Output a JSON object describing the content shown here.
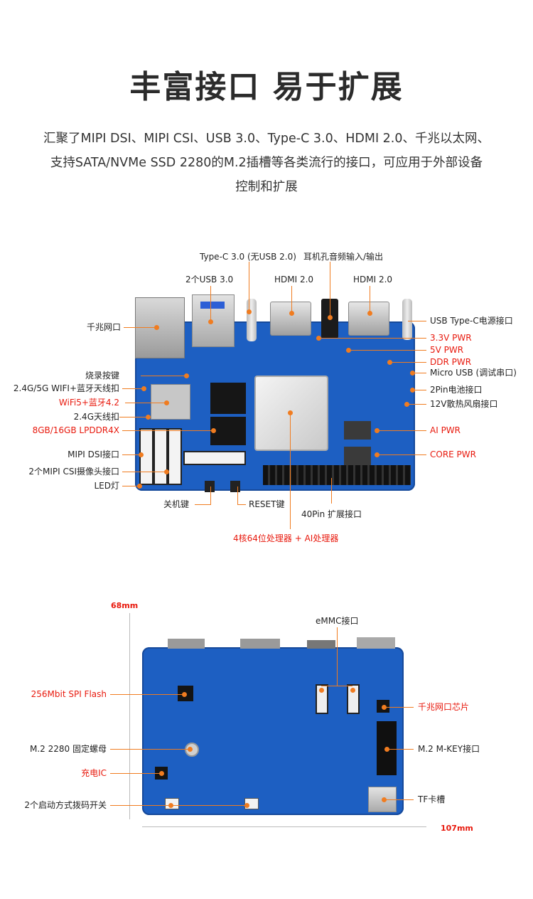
{
  "title": "丰富接口 易于扩展",
  "description": [
    "汇聚了MIPI DSI、MIPI CSI、USB 3.0、Type-C 3.0、HDMI 2.0、千兆以太网、",
    "支持SATA/NVMe SSD 2280的M.2插槽等各类流行的接口，可应用于外部设备",
    "控制和扩展"
  ],
  "front_labels": {
    "typec": "Type-C 3.0 (无USB 2.0)",
    "audio": "耳机孔音频输入/输出",
    "usb3": "2个USB 3.0",
    "hdmi1": "HDMI 2.0",
    "hdmi2": "HDMI 2.0",
    "ethernet": "千兆网口",
    "burn_key": "烧录按键",
    "wifi_antenna": "2.4G/5G WIFI+蓝牙天线扣",
    "wifi_bt": "WiFi5+蓝牙4.2",
    "antenna_24": "2.4G天线扣",
    "lpddr": "8GB/16GB LPDDR4X",
    "mipi_dsi": "MIPI DSI接口",
    "mipi_csi": "2个MIPI CSI摄像头接口",
    "led": "LED灯",
    "power_key": "关机键",
    "reset_key": "RESET键",
    "gpio": "40Pin 扩展接口",
    "processor": "4核64位处理器 + AI处理器",
    "usbc_power": "USB Type-C电源接口",
    "pwr_33": "3.3V PWR",
    "pwr_5": "5V PWR",
    "pwr_ddr": "DDR PWR",
    "micro_usb": "Micro USB (调试串口)",
    "battery": "2Pin电池接口",
    "fan": "12V散热风扇接口",
    "ai_pwr": "AI PWR",
    "core_pwr": "CORE PWR"
  },
  "back_labels": {
    "height": "68mm",
    "width": "107mm",
    "emmc": "eMMC接口",
    "spi_flash": "256Mbit SPI Flash",
    "eth_chip": "千兆网口芯片",
    "m2_nut": "M.2 2280 固定螺母",
    "m2_slot": "M.2 M-KEY接口",
    "charge_ic": "充电IC",
    "dip_switch": "2个启动方式拨码开关",
    "tf_slot": "TF卡槽"
  },
  "colors": {
    "accent": "#f07c20",
    "highlight": "#e8190d",
    "board": "#1d5fc2"
  }
}
